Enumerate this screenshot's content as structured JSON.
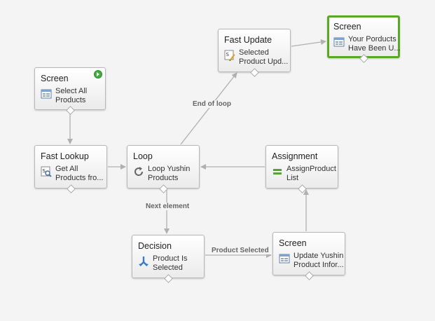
{
  "nodes": [
    {
      "id": "screen-select",
      "type": "Screen",
      "label": "Select All\nProducts",
      "icon": "screen-icon",
      "start": true
    },
    {
      "id": "fast-lookup",
      "type": "Fast Lookup",
      "label": "Get All\nProducts fro...",
      "icon": "fast-lookup-icon"
    },
    {
      "id": "loop",
      "type": "Loop",
      "label": "Loop Yushin\nProducts",
      "icon": "loop-icon"
    },
    {
      "id": "decision",
      "type": "Decision",
      "label": "Product Is\nSelected",
      "icon": "decision-icon"
    },
    {
      "id": "screen-update",
      "type": "Screen",
      "label": "Update Yushin\nProduct Infor...",
      "icon": "screen-icon"
    },
    {
      "id": "assignment",
      "type": "Assignment",
      "label": "AssignProduct\nList",
      "icon": "assignment-icon"
    },
    {
      "id": "fast-update",
      "type": "Fast Update",
      "label": "Selected\nProduct Upd...",
      "icon": "fast-update-icon"
    },
    {
      "id": "screen-final",
      "type": "Screen",
      "label": "Your Porducts\nHave Been U...",
      "icon": "screen-icon",
      "selected": true
    }
  ],
  "edges": [
    {
      "from": "screen-select",
      "to": "fast-lookup",
      "label": ""
    },
    {
      "from": "fast-lookup",
      "to": "loop",
      "label": ""
    },
    {
      "from": "loop",
      "to": "decision",
      "label": "Next element"
    },
    {
      "from": "decision",
      "to": "screen-update",
      "label": "Product Selected"
    },
    {
      "from": "screen-update",
      "to": "assignment",
      "label": ""
    },
    {
      "from": "assignment",
      "to": "loop",
      "label": ""
    },
    {
      "from": "loop",
      "to": "fast-update",
      "label": "End of loop"
    },
    {
      "from": "fast-update",
      "to": "screen-final",
      "label": ""
    }
  ],
  "colors": {
    "selected_border": "#5aa823",
    "start_badge": "#3fae3f",
    "edge": "#b0b0b0"
  }
}
